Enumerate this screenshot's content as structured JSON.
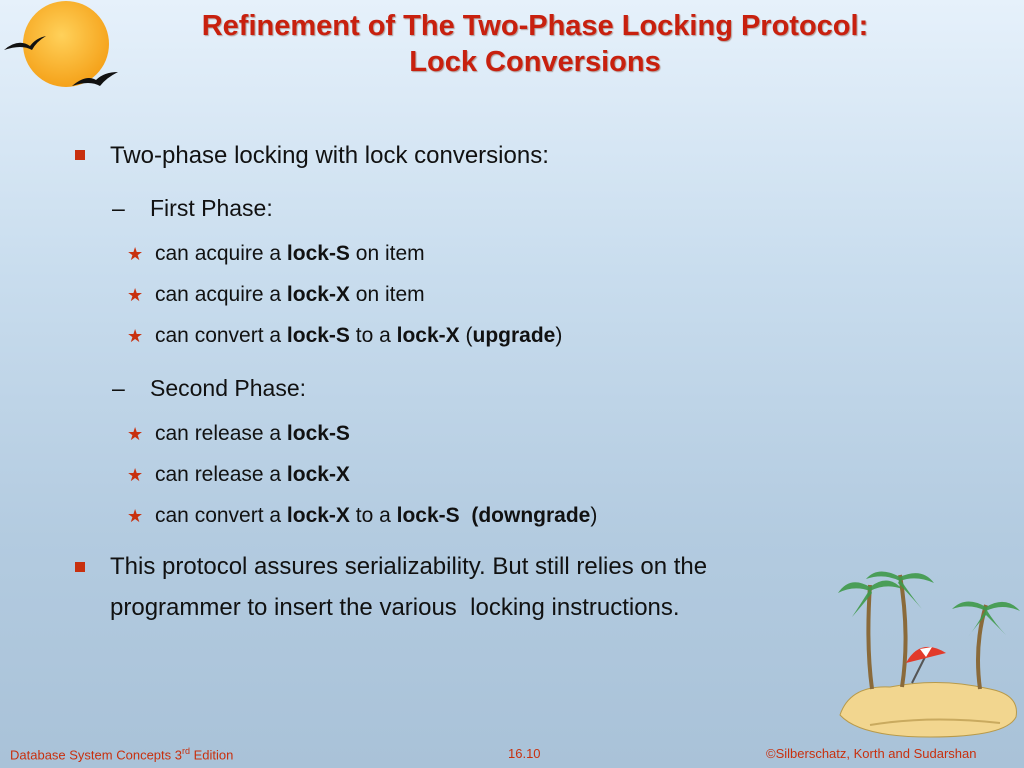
{
  "title": {
    "line1": "Refinement of The Two-Phase Locking Protocol:",
    "line2": "Lock Conversions"
  },
  "bullet1": "Two-phase locking with lock conversions:",
  "phase1": {
    "label": "First Phase:",
    "items": [
      {
        "pre": "can acquire a ",
        "b1": "lock-S",
        "post": " on item"
      },
      {
        "pre": "can acquire a ",
        "b1": "lock-X",
        "post": " on item"
      },
      {
        "pre": "can convert a ",
        "b1": "lock-S",
        "mid": " to a ",
        "b2": "lock-X",
        "post1": " (",
        "b3": "upgrade",
        "post2": ")"
      }
    ]
  },
  "phase2": {
    "label": "Second Phase:",
    "items": [
      {
        "pre": "can release a ",
        "b1": "lock-S"
      },
      {
        "pre": "can release a ",
        "b1": "lock-X"
      },
      {
        "pre": "can convert a ",
        "b1": "lock-X",
        "mid": " to a ",
        "b2": "lock-S",
        "gap": "  ",
        "b3": "(downgrade",
        "post2": ")"
      }
    ]
  },
  "bullet2": {
    "line1": "This protocol assures serializability. But still relies on the",
    "line2": "programmer to insert the various  locking instructions."
  },
  "footer": {
    "left": "Database System Concepts 3",
    "left_sup": "rd",
    "left_end": " Edition",
    "center": "16.10",
    "right": "©Silberschatz, Korth and Sudarshan"
  },
  "colors": {
    "title": "#c8200e",
    "accent": "#c8300e",
    "text": "#111111"
  }
}
